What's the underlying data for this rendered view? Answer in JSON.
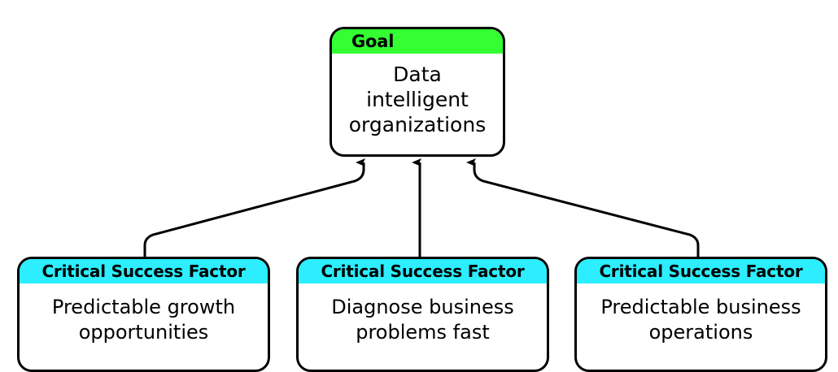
{
  "diagram": {
    "type": "strategy-map",
    "background_color": "#ffffff",
    "stroke_color": "#000000",
    "nodes": [
      {
        "id": "goal",
        "header": "Goal",
        "header_color": "#33ff33",
        "body": "Data\nintelligent\norganizations"
      },
      {
        "id": "csf-left",
        "header": "Critical Success Factor",
        "header_color": "#2ceeff",
        "body": "Predictable growth\nopportunities"
      },
      {
        "id": "csf-mid",
        "header": "Critical Success Factor",
        "header_color": "#2ceeff",
        "body": "Diagnose business\nproblems fast"
      },
      {
        "id": "csf-right",
        "header": "Critical Success Factor",
        "header_color": "#2ceeff",
        "body": "Predictable business\noperations"
      }
    ],
    "edges": [
      {
        "from": "csf-left",
        "to": "goal",
        "arrow": "up"
      },
      {
        "from": "csf-mid",
        "to": "goal",
        "arrow": "up"
      },
      {
        "from": "csf-right",
        "to": "goal",
        "arrow": "up"
      }
    ],
    "partial_edges_bottom": [
      {
        "node": "csf-left",
        "count": 2
      },
      {
        "node": "csf-mid",
        "count": 1
      },
      {
        "node": "csf-right",
        "count": 2
      }
    ]
  }
}
